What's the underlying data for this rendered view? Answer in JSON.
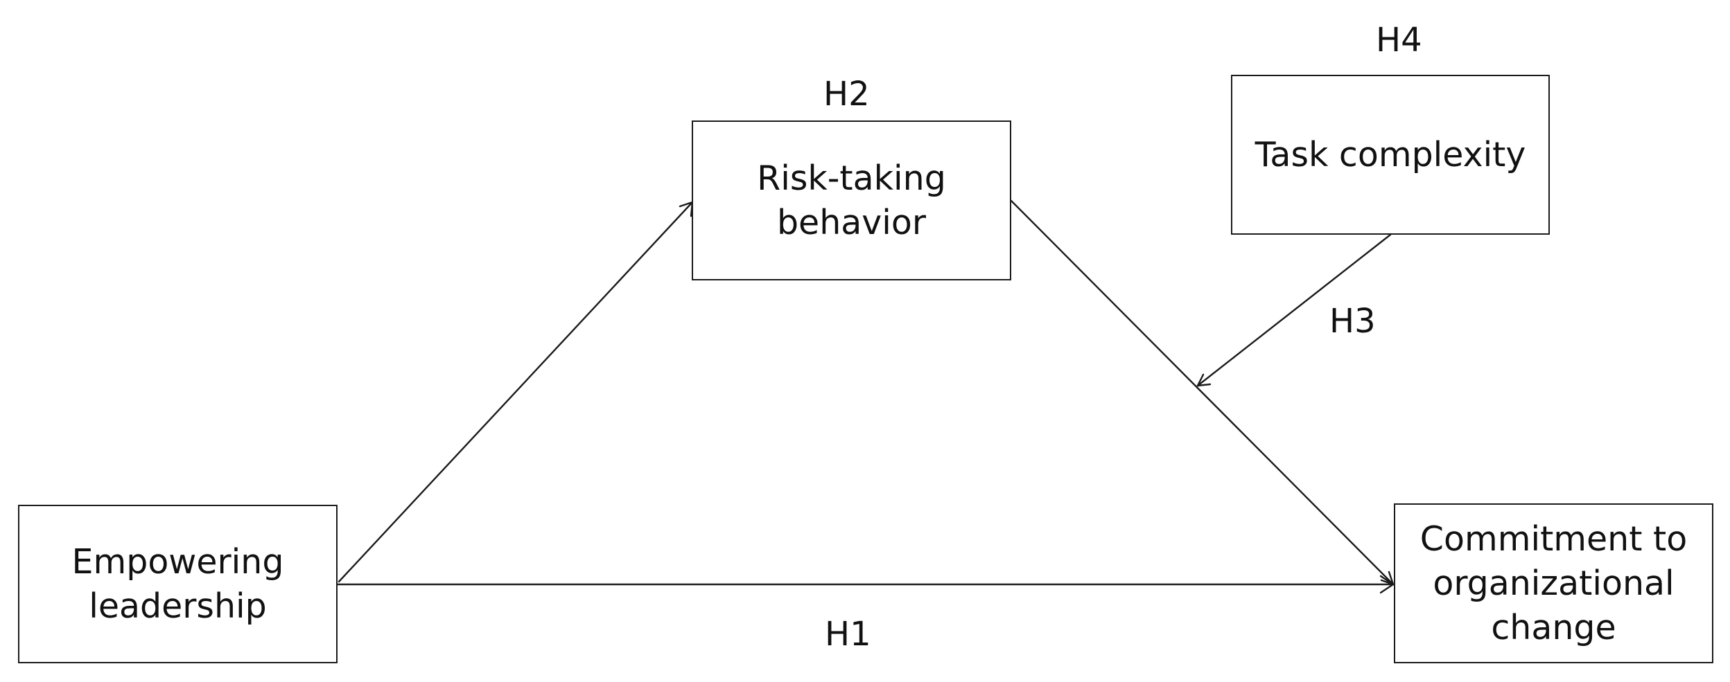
{
  "boxes": {
    "empowering": {
      "lines": [
        "Empowering",
        "leadership"
      ]
    },
    "risk": {
      "lines": [
        "Risk-taking",
        "behavior"
      ]
    },
    "task": {
      "lines": [
        "Task complexity"
      ]
    },
    "commitment": {
      "lines": [
        "Commitment to",
        "organizational",
        "change"
      ]
    }
  },
  "hypotheses": {
    "h1": "H1",
    "h2": "H2",
    "h3": "H3",
    "h4": "H4"
  },
  "colors": {
    "line": "#1a1a1a",
    "background": "#ffffff"
  }
}
